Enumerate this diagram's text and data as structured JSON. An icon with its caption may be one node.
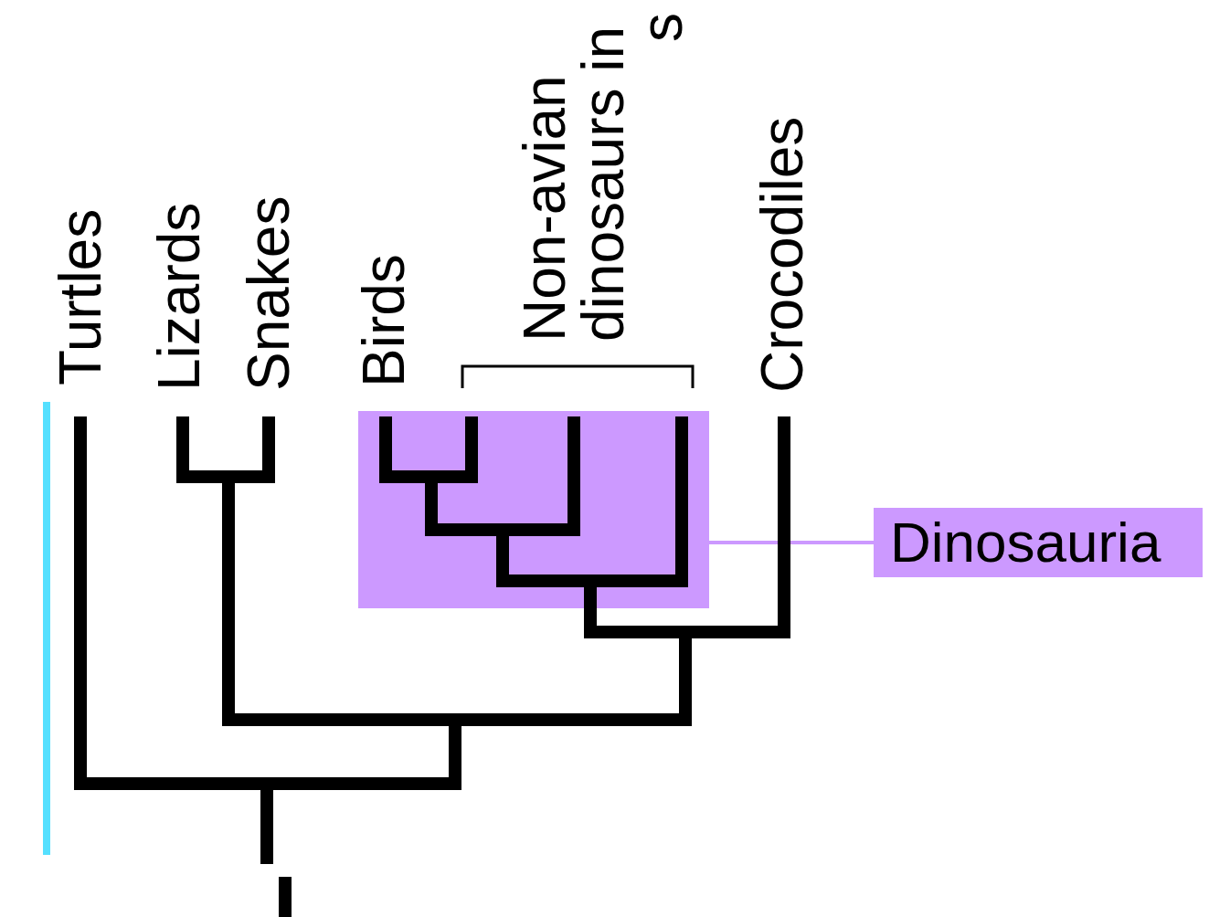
{
  "diagram": {
    "nodes": [
      {
        "text": [
          "Turtles"
        ]
      },
      {
        "text": [
          "Lizards"
        ]
      },
      {
        "text": [
          "Snakes"
        ]
      },
      {
        "text": [
          "Birds"
        ]
      },
      {
        "text": [
          "Non-avian dinosaurs in s"
        ]
      },
      {
        "text": [
          "Crocodiles"
        ]
      },
      {
        "text": [],
        "shape": "box"
      },
      {
        "text": [
          "Dinosauria"
        ]
      }
    ],
    "edges": [
      {
        "from": 6,
        "to": 7,
        "arrow": "none"
      }
    ]
  }
}
